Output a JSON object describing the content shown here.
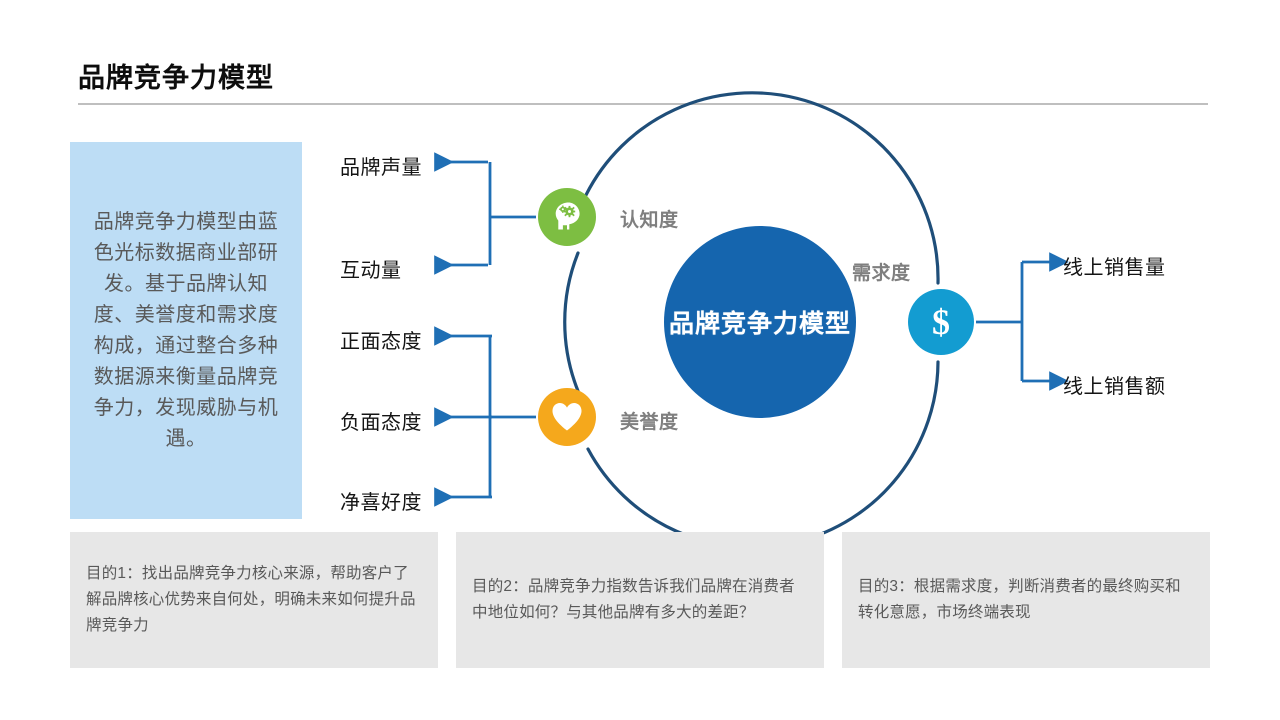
{
  "slide": {
    "title": "品牌竞争力模型"
  },
  "description_panel": {
    "text": "品牌竞争力模型由蓝色光标数据商业部研发。基于品牌认知度、美誉度和需求度构成，通过整合多种数据源来衡量品牌竞争力，发现威胁与机遇。",
    "background_color": "#BDDDF5"
  },
  "diagram": {
    "core": {
      "label": "品牌竞争力模型",
      "fill_color": "#1565AE",
      "text_color": "#FFFFFF"
    },
    "ring_color": "#1F4E79",
    "connector_color": "#1F6FB5",
    "nodes": [
      {
        "id": "awareness",
        "label": "认知度",
        "icon": "brain-gears-icon",
        "color": "#7DBE42",
        "metrics": [
          "品牌声量",
          "互动量"
        ]
      },
      {
        "id": "reputation",
        "label": "美誉度",
        "icon": "heart-icon",
        "color": "#F5A81C",
        "metrics": [
          "正面态度",
          "负面态度",
          "净喜好度"
        ]
      },
      {
        "id": "demand",
        "label": "需求度",
        "icon": "dollar-icon",
        "color": "#139CD1",
        "metrics": [
          "线上销售量",
          "线上销售额"
        ]
      }
    ],
    "left_metrics": [
      "品牌声量",
      "互动量",
      "正面态度",
      "负面态度",
      "净喜好度"
    ],
    "right_metrics": [
      "线上销售量",
      "线上销售额"
    ]
  },
  "purpose_cards": [
    {
      "text": "目的1：找出品牌竞争力核心来源，帮助客户了解品牌核心优势来自何处，明确未来如何提升品牌竞争力"
    },
    {
      "text": "目的2：品牌竞争力指数告诉我们品牌在消费者中地位如何？与其他品牌有多大的差距？"
    },
    {
      "text": "目的3：根据需求度，判断消费者的最终购买和转化意愿，市场终端表现"
    }
  ]
}
